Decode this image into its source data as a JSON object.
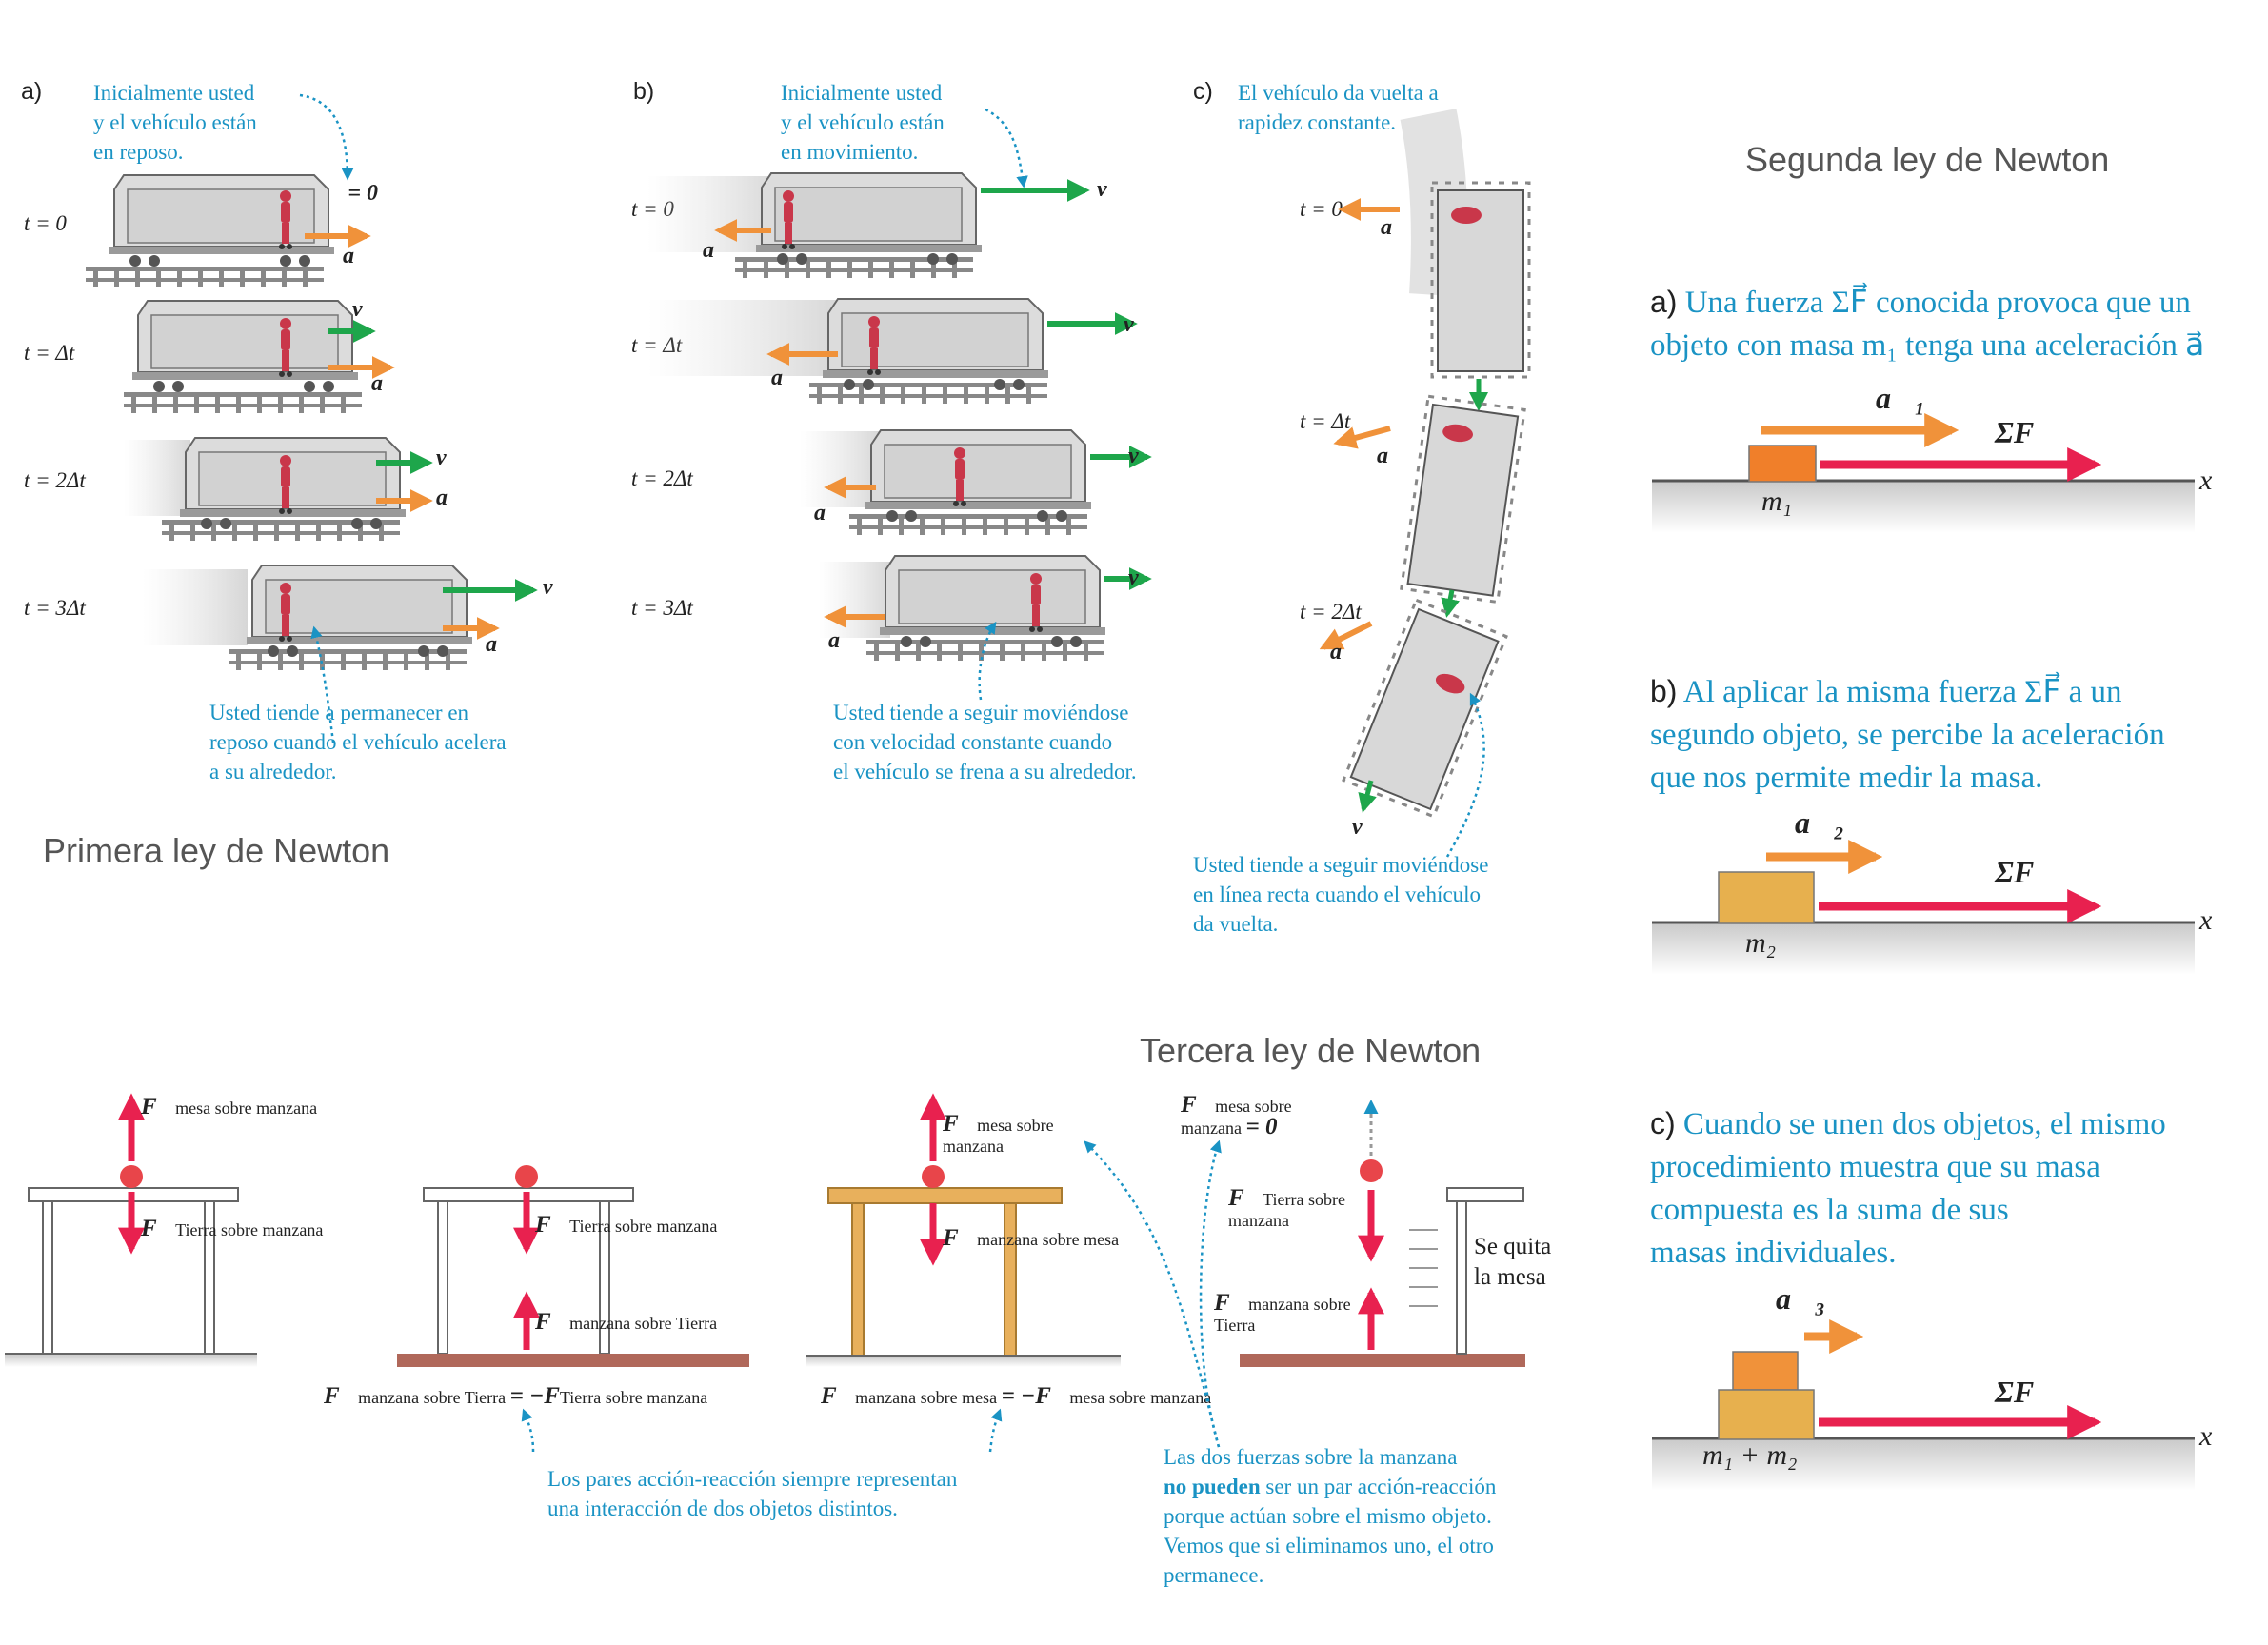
{
  "headings": {
    "first_law": "Primera ley de Newton",
    "second_law": "Segunda ley de Newton",
    "third_law": "Tercera ley de Newton"
  },
  "first_law": {
    "panel_a": {
      "letter": "a)",
      "top_caption": [
        "Inicialmente usted",
        "y el vehículo están",
        "en reposo."
      ],
      "v_zero_label": "v⃗ = 0",
      "times": [
        "t = 0",
        "t = Δt",
        "t = 2Δt",
        "t = 3Δt"
      ],
      "bottom_caption": [
        "Usted tiende a permanecer en",
        "reposo cuando el vehículo acelera",
        "a su alrededor."
      ]
    },
    "panel_b": {
      "letter": "b)",
      "top_caption": [
        "Inicialmente usted",
        "y el vehículo están",
        "en movimiento."
      ],
      "times": [
        "t = 0",
        "t = Δt",
        "t = 2Δt",
        "t = 3Δt"
      ],
      "bottom_caption": [
        "Usted tiende a seguir moviéndose",
        "con velocidad constante cuando",
        "el vehículo se frena a su alrededor."
      ]
    },
    "panel_c": {
      "letter": "c)",
      "top_caption": [
        "El vehículo da vuelta a",
        "rapidez constante."
      ],
      "times": [
        "t = 0",
        "t = Δt",
        "t = 2Δt"
      ],
      "bottom_caption": [
        "Usted tiende a seguir moviéndose",
        "en línea recta cuando el vehículo",
        "da vuelta."
      ]
    },
    "vector_v": "v⃗",
    "vector_a": "a⃗"
  },
  "second_law": {
    "a": {
      "letter": "a)",
      "text": [
        "Una fuerza ΣF⃗ conocida provoca que un",
        "objeto con masa m₁ tenga una aceleración a⃗"
      ],
      "accel": "a⃗₁",
      "force": "ΣF⃗",
      "mass": "m₁",
      "axis": "x"
    },
    "b": {
      "letter": "b)",
      "text": [
        "Al aplicar la misma fuerza ΣF⃗ a un",
        "segundo objeto, se percibe la aceleración",
        "que nos permite medir la masa."
      ],
      "accel": "a⃗₂",
      "force": "ΣF⃗",
      "mass": "m₂",
      "axis": "x"
    },
    "c": {
      "letter": "c)",
      "text": [
        "Cuando se unen dos objetos, el mismo",
        "procedimiento muestra que su masa",
        "compuesta es la suma de sus",
        "masas individuales."
      ],
      "accel": "a⃗₃",
      "force": "ΣF⃗",
      "mass": "m₁ + m₂",
      "axis": "x"
    }
  },
  "third_law": {
    "f_mesa_sobre_manzana": "mesa sobre manzana",
    "f_tierra_sobre_manzana": "Tierra sobre manzana",
    "f_manzana_sobre_tierra": "manzana sobre Tierra",
    "f_manzana_sobre_mesa": "manzana sobre mesa",
    "f_mesa_sobre_manzana_zero": "= 0",
    "se_quita": [
      "Se quita",
      "la mesa"
    ],
    "eq1_left": "manzana sobre Tierra",
    "eq1_right": "Tierra sobre manzana",
    "eq2_left": "manzana sobre mesa",
    "eq2_right": "mesa sobre manzana",
    "caption_pairs": [
      "Los pares acción-reacción siempre representan",
      "una interacción de dos objetos distintos."
    ],
    "caption_no_pair": {
      "line1": "Las dos fuerzas sobre la manzana",
      "bold": "no pueden",
      "line2_rest": " ser un par acción-reacción",
      "line3": "porque actúan sobre el mismo objeto.",
      "line4": "Vemos que si eliminamos uno, el otro",
      "line5": "permanece."
    }
  },
  "colors": {
    "caption_blue": "#1a93c4",
    "velocity_green": "#1ea64b",
    "accel_orange": "#f0923a",
    "force_red": "#e8214f",
    "block_orange": "#f07f2a",
    "block_tan": "#e7b04e",
    "table_tan": "#e8b05c",
    "ground_brown": "#b0685a"
  }
}
